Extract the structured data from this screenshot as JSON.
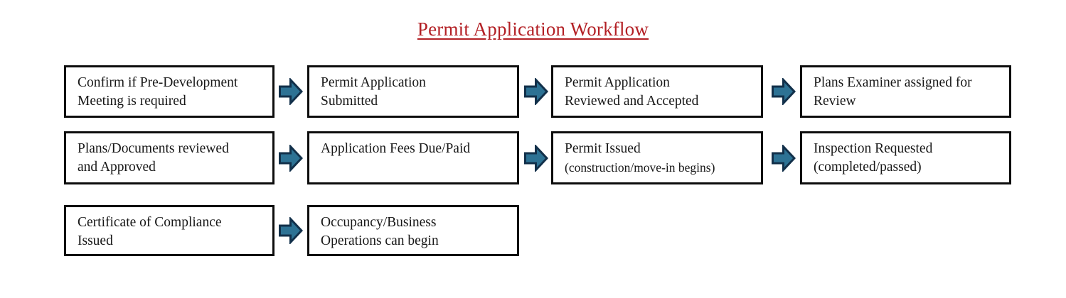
{
  "title": "Permit Application Workflow",
  "colors": {
    "title_red": "#b32025",
    "arrow_fill": "#2d7294",
    "arrow_outline": "#12304a",
    "box_border": "#0d0d0d"
  },
  "arrow_icon": "right-block-arrow",
  "rows": [
    {
      "boxes": [
        {
          "line1": "Confirm if Pre-Development",
          "line2": "Meeting is required"
        },
        {
          "line1": "Permit Application",
          "line2": "Submitted"
        },
        {
          "line1": "Permit Application",
          "line2": "Reviewed and Accepted"
        },
        {
          "line1": "Plans Examiner assigned for",
          "line2": "Review"
        }
      ]
    },
    {
      "boxes": [
        {
          "line1": "Plans/Documents reviewed",
          "line2": "and Approved"
        },
        {
          "line1": "Application Fees Due/Paid",
          "line2": ""
        },
        {
          "line1": "Permit Issued",
          "line2": "(construction/move-in begins)"
        },
        {
          "line1": "Inspection Requested",
          "line2": "(completed/passed)"
        }
      ]
    },
    {
      "boxes": [
        {
          "line1": "Certificate of Compliance",
          "line2": "Issued"
        },
        {
          "line1": "Occupancy/Business",
          "line2": "Operations can begin"
        }
      ]
    }
  ]
}
